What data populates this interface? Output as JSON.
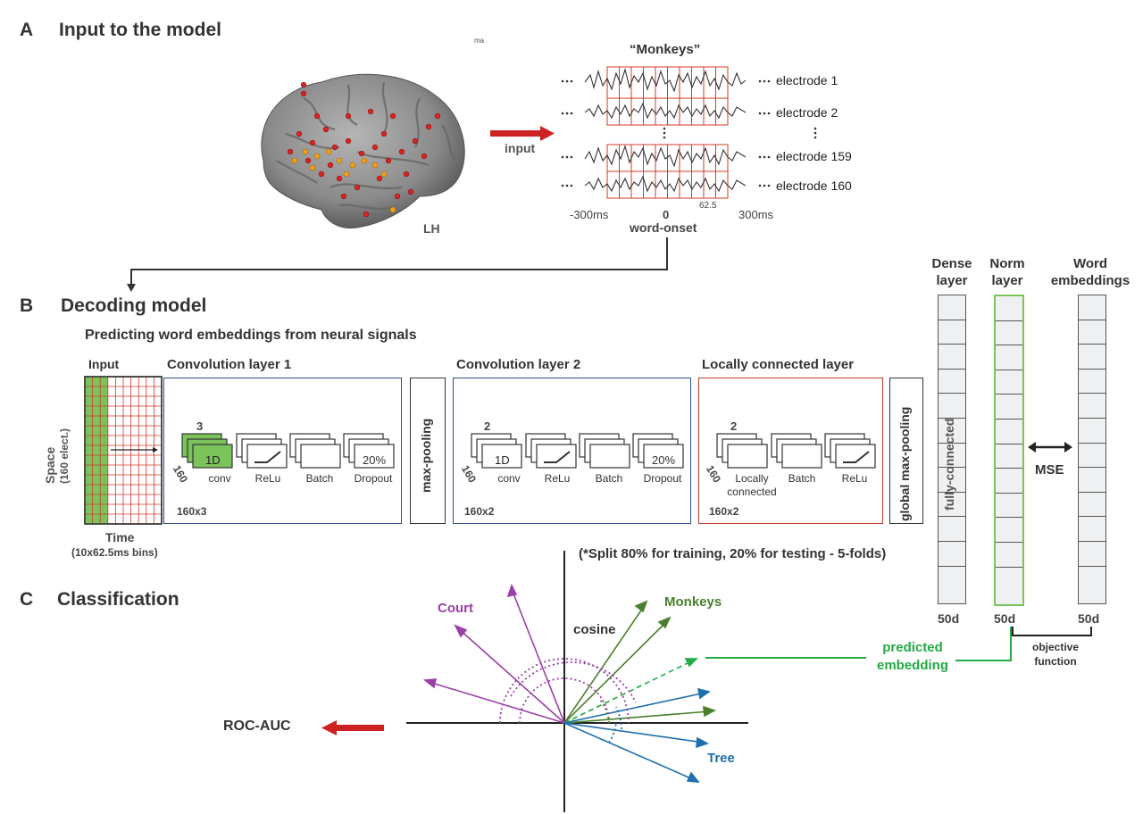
{
  "panelA": {
    "letter": "A",
    "title": "Input to the model",
    "tiny_mark": "ma",
    "hemisphere": "LH",
    "arrow_label": "input",
    "word": "“Monkeys”",
    "electrodes": [
      "electrode 1",
      "electrode 2",
      "electrode 159",
      "electrode 160"
    ],
    "time_left": "-300ms",
    "time_zero": "0",
    "bin_width": "62.5",
    "time_right": "300ms",
    "onset_label": "word-onset"
  },
  "panelB": {
    "letter": "B",
    "title": "Decoding model",
    "subtitle": "Predicting word embeddings from neural signals",
    "input_title": "Input",
    "space_label": "Space",
    "space_sub": "(160 elect.)",
    "time_label": "Time",
    "time_sub": "(10x62.5ms bins)",
    "conv1": {
      "title": "Convolution layer 1",
      "filters": "3",
      "depth": "160",
      "stack_text": "1D",
      "ops": [
        "conv",
        "ReLu",
        "Batch",
        "Dropout"
      ],
      "dropout": "20%",
      "shape": "160x3"
    },
    "maxpool": "max-pooling",
    "conv2": {
      "title": "Convolution layer 2",
      "filters": "2",
      "depth": "160",
      "stack_text": "1D",
      "ops": [
        "conv",
        "ReLu",
        "Batch",
        "Dropout"
      ],
      "dropout": "20%",
      "shape": "160x2"
    },
    "local": {
      "title": "Locally connected layer",
      "filters": "2",
      "depth": "160",
      "ops": [
        "Locally connected",
        "Batch",
        "ReLu"
      ],
      "shape": "160x2"
    },
    "global_pool": "global max-pooling",
    "dense_title": "Dense layer",
    "norm_title": "Norm layer",
    "embed_title": "Word embeddings",
    "fully_connected": "fully-connected",
    "loss": "MSE",
    "dims": [
      "50d",
      "50d",
      "50d"
    ],
    "objective": "objective function",
    "split_note": "(*Split 80% for training, 20% for testing - 5-folds)"
  },
  "panelC": {
    "letter": "C",
    "title": "Classification",
    "metric": "ROC-AUC",
    "cosine": "cosine",
    "words": [
      "Court",
      "Monkeys",
      "Tree"
    ],
    "predicted": "predicted embedding"
  },
  "colors": {
    "green": "#7bc35a",
    "green_dark": "#4a7f2e",
    "green_bright": "#22aa44",
    "purple": "#9b3fa8",
    "blue": "#1f6fad",
    "red": "#cc2222",
    "navy": "#2f4f8f"
  }
}
